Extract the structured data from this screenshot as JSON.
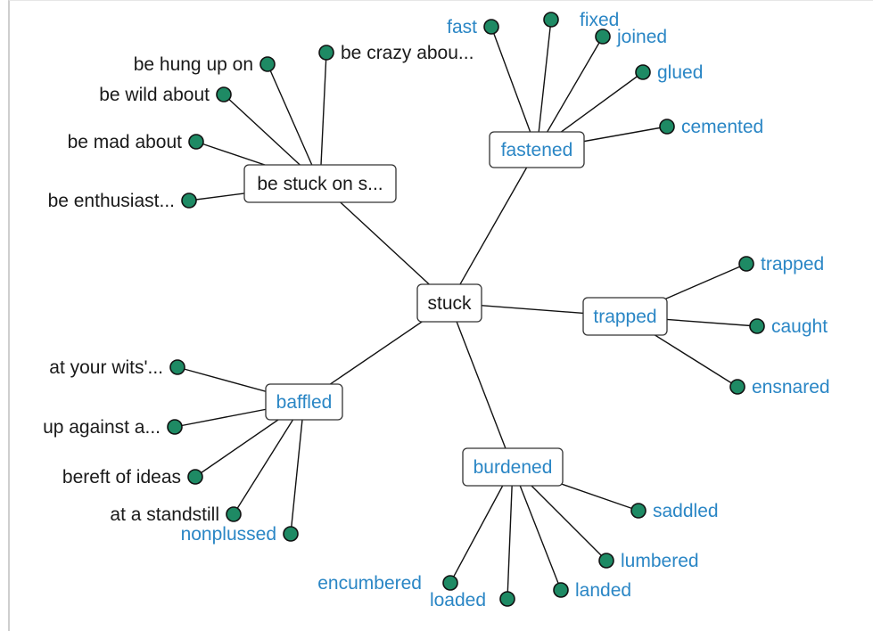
{
  "diagram": {
    "colors": {
      "dark_text": "#1a1a1a",
      "blue_text": "#2a86c5",
      "dot_fill": "#1e8a64",
      "edge": "#111111"
    },
    "center": {
      "label": "stuck"
    },
    "hubs": [
      {
        "id": "be-stuck-on",
        "label": "be stuck on s...",
        "tone": "dark",
        "leaves": [
          {
            "label": "be crazy abou..."
          },
          {
            "label": "be hung up on"
          },
          {
            "label": "be wild about"
          },
          {
            "label": "be mad about"
          },
          {
            "label": "be enthusiast..."
          }
        ]
      },
      {
        "id": "fastened",
        "label": "fastened",
        "tone": "blue",
        "leaves": [
          {
            "label": "fast"
          },
          {
            "label": "fixed"
          },
          {
            "label": "joined"
          },
          {
            "label": "glued"
          },
          {
            "label": "cemented"
          }
        ]
      },
      {
        "id": "trapped",
        "label": "trapped",
        "tone": "blue",
        "leaves": [
          {
            "label": "trapped"
          },
          {
            "label": "caught"
          },
          {
            "label": "ensnared"
          }
        ]
      },
      {
        "id": "baffled",
        "label": "baffled",
        "tone": "blue",
        "leaves": [
          {
            "label": "at your wits'...",
            "tone": "dark"
          },
          {
            "label": "up against a...",
            "tone": "dark"
          },
          {
            "label": "bereft of ideas",
            "tone": "dark"
          },
          {
            "label": "at a standstill",
            "tone": "dark"
          },
          {
            "label": "nonplussed",
            "tone": "blue"
          }
        ]
      },
      {
        "id": "burdened",
        "label": "burdened",
        "tone": "blue",
        "leaves": [
          {
            "label": "saddled"
          },
          {
            "label": "lumbered"
          },
          {
            "label": "landed"
          },
          {
            "label": "loaded"
          },
          {
            "label": "encumbered"
          }
        ]
      }
    ]
  }
}
